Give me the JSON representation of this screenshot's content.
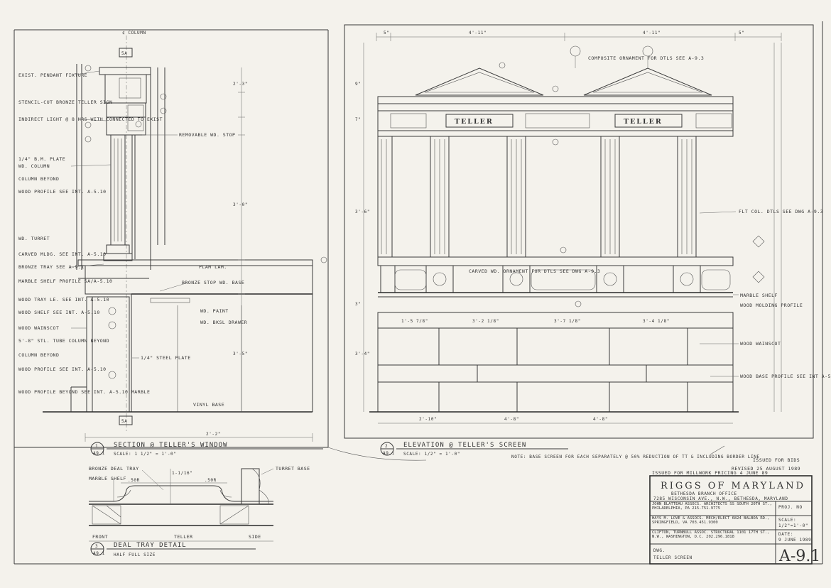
{
  "section_view": {
    "title": "SECTION @ TELLER'S WINDOW",
    "scale": "SCALE: 1 1/2\" = 1'-0\"",
    "ref_no": "1",
    "ref_sheet": "A9.1",
    "column_label": "¢ COLUMN",
    "callout_top": "5A",
    "callout_bottom": "5A",
    "notes_left": [
      "EXIST. PENDANT FIXTURE",
      "STENCIL-CUT BRONZE TELLER SIGN",
      "INDIRECT LIGHT @ 8 HRS WITH CONNECTED TO EXIST",
      "1/4\" B.M. PLATE",
      "WD. COLUMN",
      "COLUMN BEYOND",
      "WOOD PROFILE SEE INT. A-5.10",
      "WD. TURRET",
      "CARVED MLDG. SEE INT. A-5.10",
      "BRONZE TRAY SEE A-9.1",
      "MARBLE SHELF PROFILE 5A/A-5.10",
      "WOOD TRAY LE. SEE INT. A-5.10",
      "WOOD SHELF SEE INT. A-5.10",
      "WOOD WAINSCOT",
      "5'-8\" STL. TUBE COLUMN BEYOND",
      "COLUMN BEYOND",
      "WOOD PROFILE SEE INT. A-5.10",
      "WOOD PROFILE BEYOND SEE INT. A-5.10 MARBLE"
    ],
    "notes_right": [
      "REMOVABLE WD. STOP",
      "PLAM LAM.",
      "BRONZE STOP WD. BASE",
      "WD. PAINT",
      "WD. BKSL DRAWER",
      "1/4\" STEEL PLATE",
      "VINYL BASE"
    ]
  },
  "elevation_view": {
    "title": "ELEVATION @ TELLER'S SCREEN",
    "scale": "SCALE: 1/2\" = 1'-0\"",
    "ref_no": "2",
    "ref_sheet": "A9.1",
    "plaques": [
      "TELLER",
      "TELLER"
    ],
    "notes": [
      "COMPOSITE ORNAMENT FOR DTLS SEE A-9.3",
      "CARVED WD. ORNAMENT FOR DTLS SEE DWG A-9.3",
      "FLT COL. DTLS SEE DWG A-9.3",
      "MARBLE SHELF",
      "WOOD MOLDING PROFILE",
      "WOOD WAINSCOT",
      "WOOD BASE PROFILE SEE INT A-5.10"
    ],
    "footnote": "NOTE: BASE SCREEN FOR EACH SEPARATELY @ 50% REDUCTION OF TT & INCLUDING BORDER LINE"
  },
  "deal_tray": {
    "title": "DEAL TRAY DETAIL",
    "scale": "HALF FULL SIZE",
    "ref_no": "3",
    "ref_sheet": "A9.1",
    "labels": [
      "BRONZE DEAL TRAY",
      "MARBLE SHELF",
      "TURRET BASE",
      "FRONT",
      "TELLER",
      "SIDE"
    ]
  },
  "title_block": {
    "issue": "ISSUED FOR MILLWORK PRICING  4 JUNE 89",
    "revised": "REVISED 25 AUGUST 1989",
    "stamp": "ISSUED FOR BIDS",
    "project": "RIGGS OF MARYLAND",
    "subtitle": "BETHESDA BRANCH OFFICE",
    "address": "7285 WISCONSIN AVE., N.W., BETHESDA, MARYLAND",
    "architect": "JOHN BLATTEAU ASSOCS. ARCHITECTS  SS SOUTH 20TH ST., PHILADELPHIA, PA  215.751.9775",
    "mech": "HAYS M. LOVE & ASSOCS. MECH/ELECT  6824 BALBOA RD., SPRINGFIELD, VA  703.451.9300",
    "struct": "CLIFTON, TURNBULL ASSOC. STRUCTURAL  1101 17TH ST., N.W., WASHINGTON, D.C.  202.296.1818",
    "proj_no_label": "PROJ. NO",
    "scale_label": "SCALE:",
    "scale_value": "1/2\"=1'-0\"",
    "date_label": "DATE:",
    "date_value": "9 JUNE 1989",
    "dwg_label": "DWG.",
    "dwg_value": "TELLER SCREEN",
    "sheet_no": "A-9.1"
  }
}
